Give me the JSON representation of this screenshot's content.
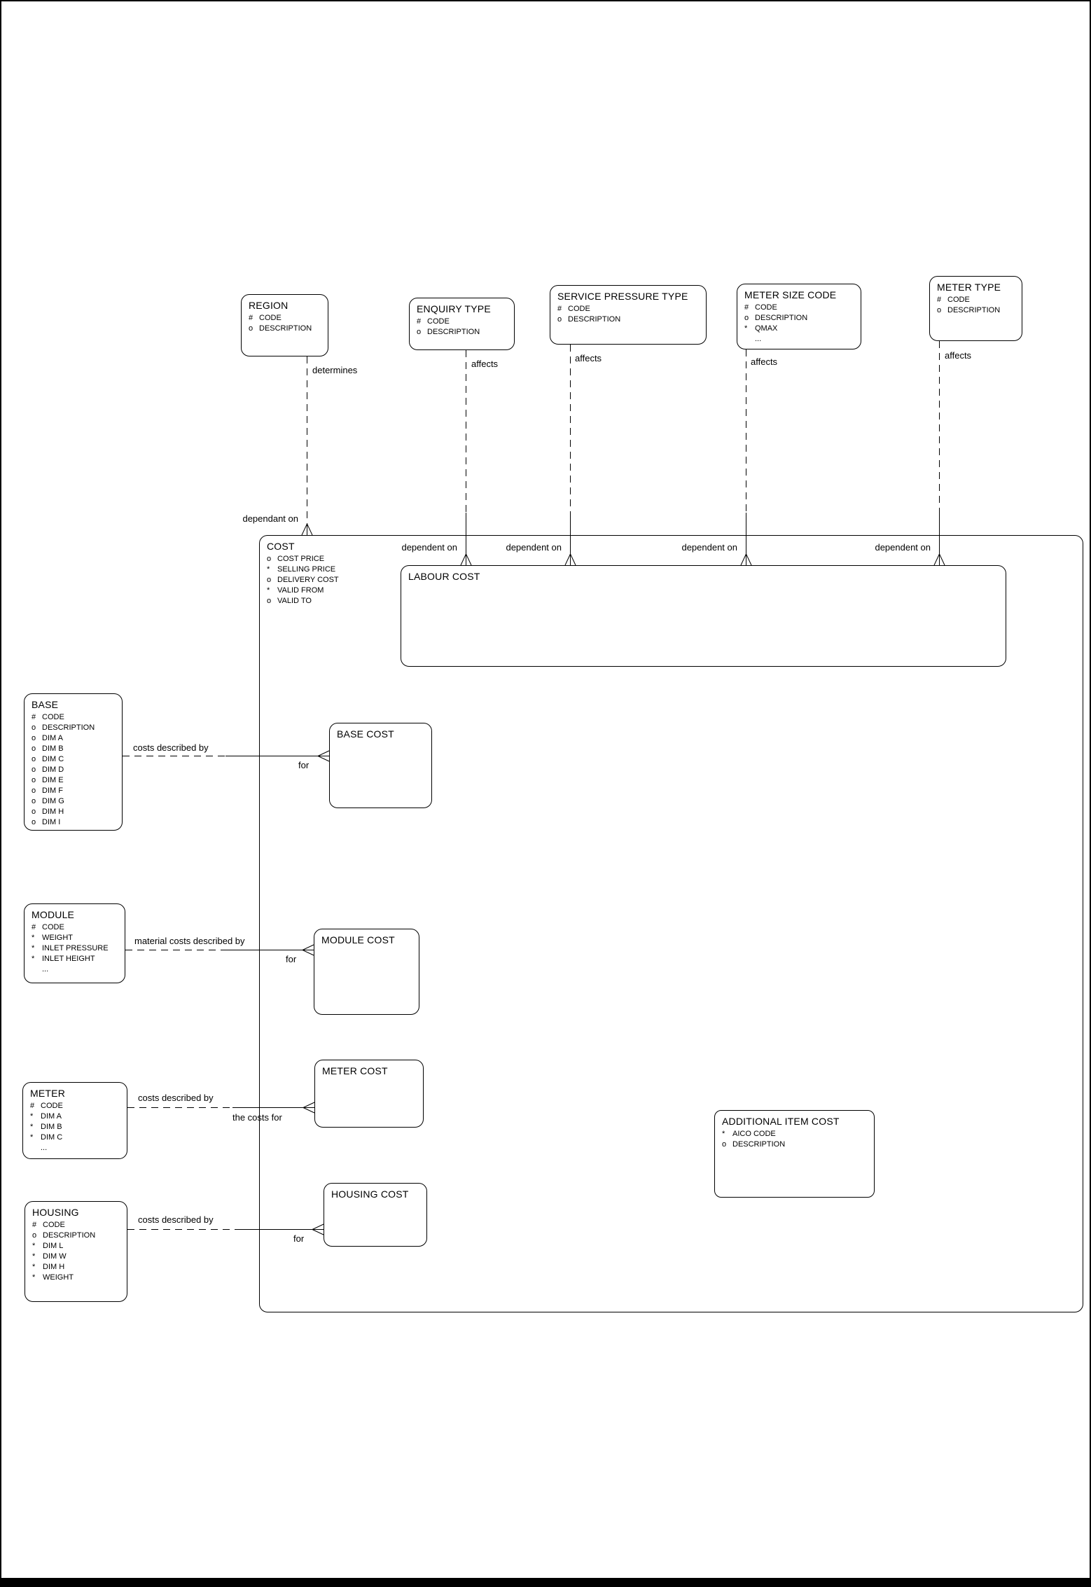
{
  "page": {
    "background_color": "#ffffff",
    "ink_color": "#000000"
  },
  "entities": {
    "region": {
      "title": "REGION",
      "attributes": [
        {
          "prefix": "#",
          "name": "CODE"
        },
        {
          "prefix": "o",
          "name": "DESCRIPTION"
        }
      ]
    },
    "enquiry_type": {
      "title": "ENQUIRY TYPE",
      "attributes": [
        {
          "prefix": "#",
          "name": "CODE"
        },
        {
          "prefix": "o",
          "name": "DESCRIPTION"
        }
      ]
    },
    "service_pressure_type": {
      "title": "SERVICE PRESSURE TYPE",
      "attributes": [
        {
          "prefix": "#",
          "name": "CODE"
        },
        {
          "prefix": "o",
          "name": "DESCRIPTION"
        }
      ]
    },
    "meter_size_code": {
      "title": "METER SIZE CODE",
      "attributes": [
        {
          "prefix": "#",
          "name": "CODE"
        },
        {
          "prefix": "o",
          "name": "DESCRIPTION"
        },
        {
          "prefix": "*",
          "name": "QMAX"
        },
        {
          "prefix": "",
          "name": "..."
        }
      ]
    },
    "meter_type": {
      "title": "METER TYPE",
      "attributes": [
        {
          "prefix": "#",
          "name": "CODE"
        },
        {
          "prefix": "o",
          "name": "DESCRIPTION"
        }
      ]
    },
    "cost": {
      "title": "COST",
      "attributes": [
        {
          "prefix": "o",
          "name": "COST PRICE"
        },
        {
          "prefix": "*",
          "name": "SELLING PRICE"
        },
        {
          "prefix": "o",
          "name": "DELIVERY COST"
        },
        {
          "prefix": "*",
          "name": "VALID FROM"
        },
        {
          "prefix": "o",
          "name": "VALID TO"
        }
      ]
    },
    "labour_cost": {
      "title": "LABOUR COST",
      "attributes": []
    },
    "base": {
      "title": "BASE",
      "attributes": [
        {
          "prefix": "#",
          "name": "CODE"
        },
        {
          "prefix": "o",
          "name": "DESCRIPTION"
        },
        {
          "prefix": "o",
          "name": "DIM A"
        },
        {
          "prefix": "o",
          "name": "DIM B"
        },
        {
          "prefix": "o",
          "name": "DIM C"
        },
        {
          "prefix": "o",
          "name": "DIM D"
        },
        {
          "prefix": "o",
          "name": "DIM E"
        },
        {
          "prefix": "o",
          "name": "DIM F"
        },
        {
          "prefix": "o",
          "name": "DIM G"
        },
        {
          "prefix": "o",
          "name": "DIM H"
        },
        {
          "prefix": "o",
          "name": "DIM I"
        }
      ]
    },
    "base_cost": {
      "title": "BASE COST",
      "attributes": []
    },
    "module": {
      "title": "MODULE",
      "attributes": [
        {
          "prefix": "#",
          "name": "CODE"
        },
        {
          "prefix": "*",
          "name": "WEIGHT"
        },
        {
          "prefix": "*",
          "name": "INLET PRESSURE"
        },
        {
          "prefix": "*",
          "name": "INLET HEIGHT"
        },
        {
          "prefix": "",
          "name": "..."
        }
      ]
    },
    "module_cost": {
      "title": "MODULE COST",
      "attributes": []
    },
    "meter": {
      "title": "METER",
      "attributes": [
        {
          "prefix": "#",
          "name": "CODE"
        },
        {
          "prefix": "*",
          "name": "DIM A"
        },
        {
          "prefix": "*",
          "name": "DIM B"
        },
        {
          "prefix": "*",
          "name": "DIM C"
        },
        {
          "prefix": "",
          "name": "..."
        }
      ]
    },
    "meter_cost": {
      "title": "METER COST",
      "attributes": []
    },
    "housing": {
      "title": "HOUSING",
      "attributes": [
        {
          "prefix": "#",
          "name": "CODE"
        },
        {
          "prefix": "o",
          "name": "DESCRIPTION"
        },
        {
          "prefix": "*",
          "name": "DIM L"
        },
        {
          "prefix": "*",
          "name": "DIM W"
        },
        {
          "prefix": "*",
          "name": "DIM H"
        },
        {
          "prefix": "*",
          "name": "WEIGHT"
        }
      ]
    },
    "housing_cost": {
      "title": "HOUSING COST",
      "attributes": []
    },
    "additional_item_cost": {
      "title": "ADDITIONAL ITEM COST",
      "attributes": [
        {
          "prefix": "*",
          "name": "AICO CODE"
        },
        {
          "prefix": "o",
          "name": "DESCRIPTION"
        }
      ]
    }
  },
  "connections": [
    {
      "from": "REGION",
      "to": "COST",
      "label_from": "determines",
      "label_to": "dependant on"
    },
    {
      "from": "ENQUIRY TYPE",
      "to": "LABOUR COST",
      "label_from": "affects",
      "label_to": "dependent on"
    },
    {
      "from": "SERVICE PRESSURE TYPE",
      "to": "LABOUR COST",
      "label_from": "affects",
      "label_to": "dependent on"
    },
    {
      "from": "METER SIZE CODE",
      "to": "LABOUR COST",
      "label_from": "affects",
      "label_to": "dependent on"
    },
    {
      "from": "METER TYPE",
      "to": "LABOUR COST",
      "label_from": "affects",
      "label_to": "dependent on"
    },
    {
      "from": "BASE",
      "to": "BASE COST",
      "label_from": "costs described by",
      "label_to": "for"
    },
    {
      "from": "MODULE",
      "to": "MODULE COST",
      "label_from": "material costs described by",
      "label_to": "for"
    },
    {
      "from": "METER",
      "to": "METER COST",
      "label_from": "costs described by",
      "label_to": "the costs for"
    },
    {
      "from": "HOUSING",
      "to": "HOUSING COST",
      "label_from": "costs described by",
      "label_to": "for"
    }
  ]
}
